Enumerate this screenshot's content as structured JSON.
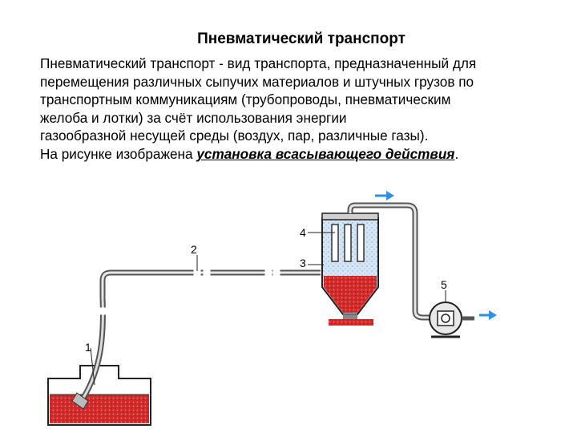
{
  "title": "Пневматический транспорт",
  "paragraph": {
    "line1": "Пневматический транспорт - вид транспорта, предназначенный для",
    "line2": "перемещения различных сыпучих материалов и штучных грузов по",
    "line3": "транспортным коммуникациям (трубопроводы, пневматическим",
    "line4": "желоба и лотки) за счёт использования энергии",
    "line5": "газообразной несущей среды (воздух, пар, различные газы).",
    "line6_prefix": "На рисунке изображена ",
    "line6_emphasis": "установка всасывающего действия",
    "line6_suffix": "."
  },
  "diagram": {
    "labels": {
      "nozzle": "1",
      "pipeline": "2",
      "separator_filter_level": "3",
      "filter_sleeves": "4",
      "pump": "5"
    },
    "colors": {
      "material": "#d42a2a",
      "air": "#cfe0f2",
      "arrow": "#2f8fe0",
      "pipe": "#5a5a5a"
    }
  }
}
